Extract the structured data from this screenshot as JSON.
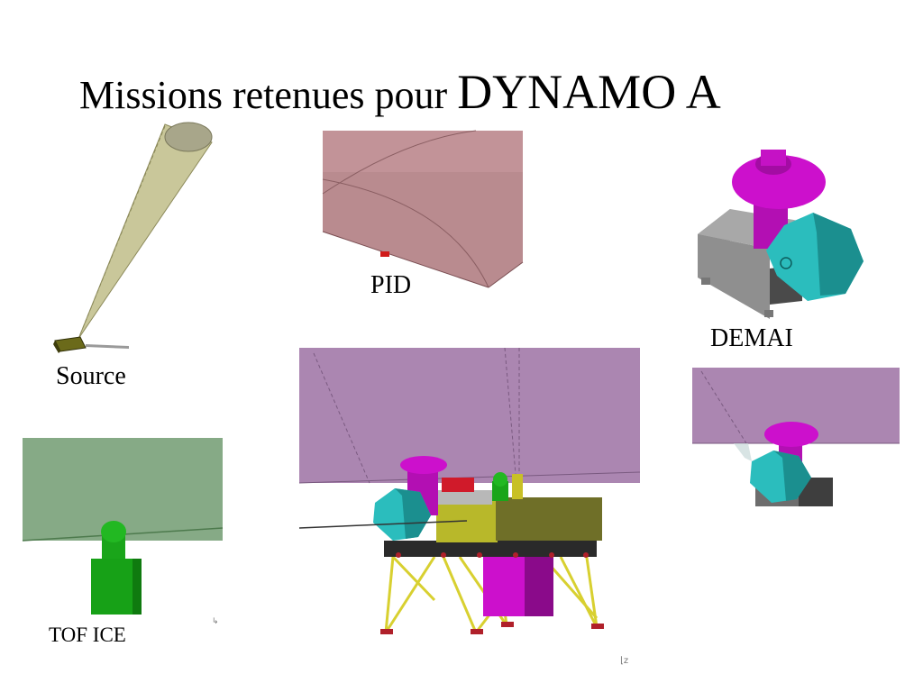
{
  "slide": {
    "title_main": "Missions retenues pour ",
    "title_emphasis": "DYNAMO A"
  },
  "figures": {
    "source": {
      "label": "Source"
    },
    "pid": {
      "label": "PID"
    },
    "demai": {
      "label": "DEMAI"
    },
    "tof_ice": {
      "label": "TOF ICE"
    },
    "lander": {
      "label": ""
    },
    "demai_closeup": {
      "label": ""
    }
  },
  "colors": {
    "cone_fill": "#c9c79a",
    "pid_volume": "#b98b8f",
    "fov_purple": "#ab86b1",
    "tof_field": "#86aa86",
    "magenta_part": "#cc10cc",
    "cyan_part": "#2bbdbd",
    "yellow_body": "#b8b82a",
    "olive_body": "#6f6f28",
    "green_part": "#1aa51a",
    "grey_box": "#8a8a8a"
  }
}
